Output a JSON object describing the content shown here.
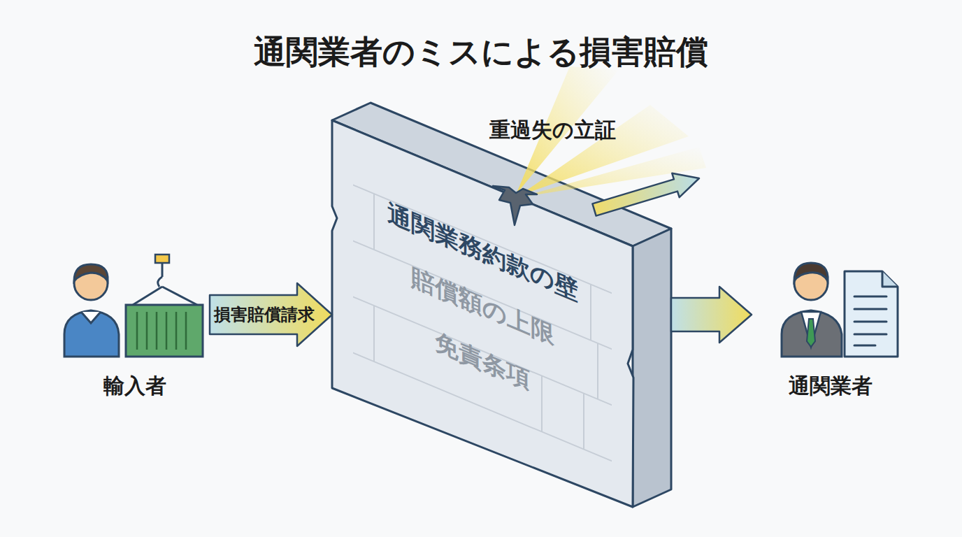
{
  "diagram": {
    "title": "通関業者のミスによる損害賠償",
    "nodes": [
      {
        "text": [
          "輸入者"
        ]
      },
      {
        "text": [
          "通関業務約款の壁",
          "賠償額の上限",
          "免責条項"
        ]
      },
      {
        "text": [
          "通関業者"
        ]
      }
    ],
    "edges": [
      {
        "from": 0,
        "to": 1,
        "label": "損害賠償請求",
        "arrow": "to"
      },
      {
        "from": 1,
        "to": 2,
        "arrow": "to"
      }
    ],
    "labels": [
      "重過失の立証"
    ]
  }
}
